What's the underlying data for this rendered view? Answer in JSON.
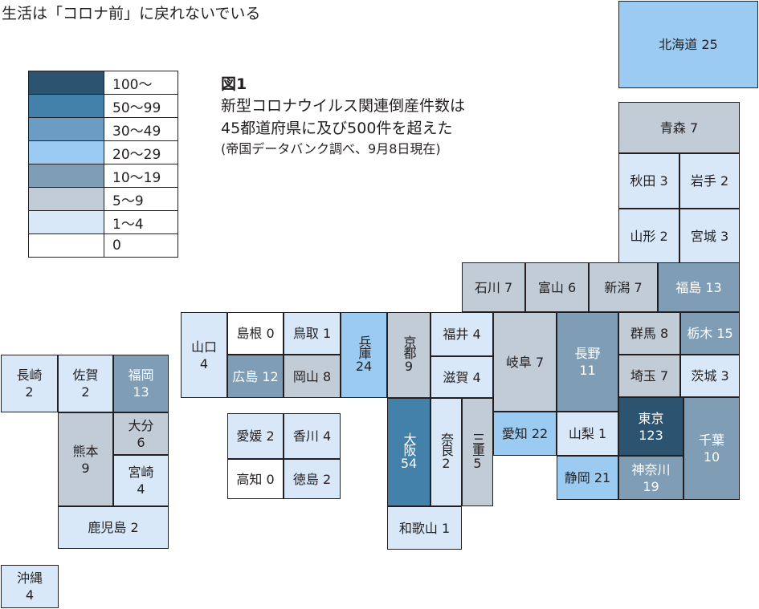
{
  "title": "生活は「コロナ前」に戻れないでいる",
  "figure": {
    "number": "図1",
    "lines": [
      "新型コロナウイルス関連倒産件数は",
      "45都道府県に及び500件を超えた"
    ],
    "note": "(帝国データバンク調べ、9月8日現在)"
  },
  "legend": [
    {
      "label": "100～",
      "color": "#2c5470"
    },
    {
      "label": "50～99",
      "color": "#4381aa"
    },
    {
      "label": "30～49",
      "color": "#6b9cc1"
    },
    {
      "label": "20～29",
      "color": "#9bcbf1"
    },
    {
      "label": "10～19",
      "color": "#7f9db5"
    },
    {
      "label": "5～9",
      "color": "#c1ccd7"
    },
    {
      "label": "1～4",
      "color": "#d8e8f8"
    },
    {
      "label": "0",
      "color": "#ffffff"
    }
  ],
  "prefectures": [
    {
      "name": "北海道",
      "count": "25"
    },
    {
      "name": "青森",
      "count": "7"
    },
    {
      "name": "秋田",
      "count": "3"
    },
    {
      "name": "岩手",
      "count": "2"
    },
    {
      "name": "山形",
      "count": "2"
    },
    {
      "name": "宮城",
      "count": "3"
    },
    {
      "name": "石川",
      "count": "7"
    },
    {
      "name": "富山",
      "count": "6"
    },
    {
      "name": "新潟",
      "count": "7"
    },
    {
      "name": "福島",
      "count": "13"
    },
    {
      "name": "群馬",
      "count": "8"
    },
    {
      "name": "栃木",
      "count": "15"
    },
    {
      "name": "埼玉",
      "count": "7"
    },
    {
      "name": "茨城",
      "count": "3"
    },
    {
      "name": "長野",
      "count": "11"
    },
    {
      "name": "岐阜",
      "count": "7"
    },
    {
      "name": "福井",
      "count": "4"
    },
    {
      "name": "滋賀",
      "count": "4"
    },
    {
      "name": "京都",
      "count": "9"
    },
    {
      "name": "兵庫",
      "count": "24"
    },
    {
      "name": "鳥取",
      "count": "1"
    },
    {
      "name": "島根",
      "count": "0"
    },
    {
      "name": "岡山",
      "count": "8"
    },
    {
      "name": "広島",
      "count": "12"
    },
    {
      "name": "山口",
      "count": "4"
    },
    {
      "name": "東京",
      "count": "123"
    },
    {
      "name": "千葉",
      "count": "10"
    },
    {
      "name": "神奈川",
      "count": "19"
    },
    {
      "name": "山梨",
      "count": "1"
    },
    {
      "name": "静岡",
      "count": "21"
    },
    {
      "name": "愛知",
      "count": "22"
    },
    {
      "name": "三重",
      "count": "5"
    },
    {
      "name": "奈良",
      "count": "2"
    },
    {
      "name": "大阪",
      "count": "54"
    },
    {
      "name": "和歌山",
      "count": "1"
    },
    {
      "name": "愛媛",
      "count": "2"
    },
    {
      "name": "香川",
      "count": "4"
    },
    {
      "name": "高知",
      "count": "0"
    },
    {
      "name": "徳島",
      "count": "2"
    },
    {
      "name": "長崎",
      "count": "2"
    },
    {
      "name": "佐賀",
      "count": "2"
    },
    {
      "name": "福岡",
      "count": "13"
    },
    {
      "name": "大分",
      "count": "6"
    },
    {
      "name": "熊本",
      "count": "9"
    },
    {
      "name": "宮崎",
      "count": "4"
    },
    {
      "name": "鹿児島",
      "count": "2"
    },
    {
      "name": "沖縄",
      "count": "4"
    }
  ]
}
